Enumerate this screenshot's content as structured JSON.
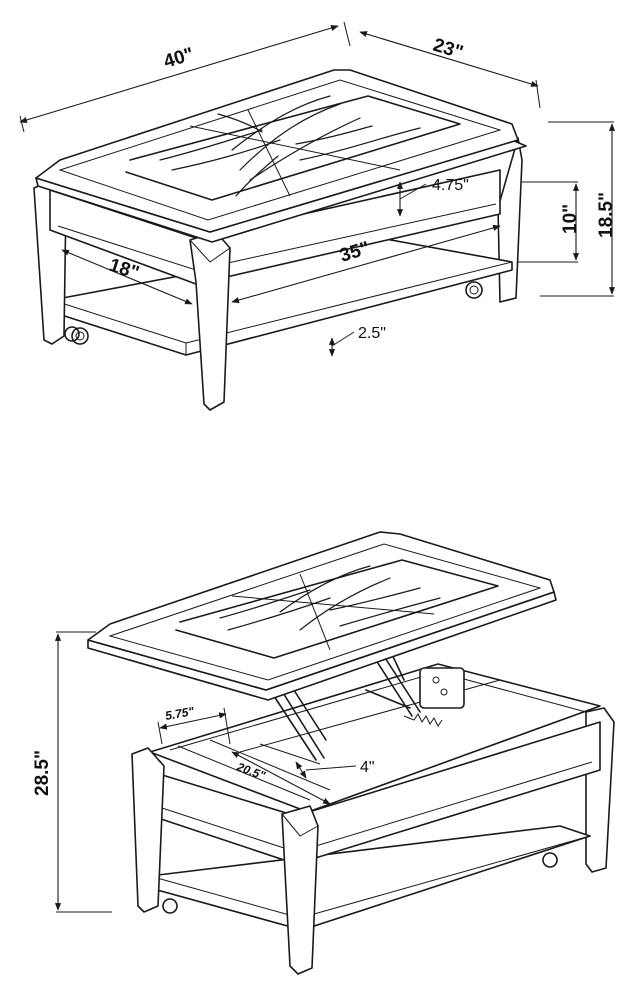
{
  "closed_view": {
    "dimensions": {
      "length": "40\"",
      "depth": "23\"",
      "height": "18.5\"",
      "apron_to_shelf": "10\"",
      "apron_height": "4.75\"",
      "shelf_length": "35\"",
      "shelf_depth": "18\"",
      "shelf_clearance": "2.5\""
    }
  },
  "open_view": {
    "dimensions": {
      "lifted_height": "28.5\"",
      "storage_depth": "5.75\"",
      "storage_length": "20.5\"",
      "storage_width": "4\""
    }
  }
}
